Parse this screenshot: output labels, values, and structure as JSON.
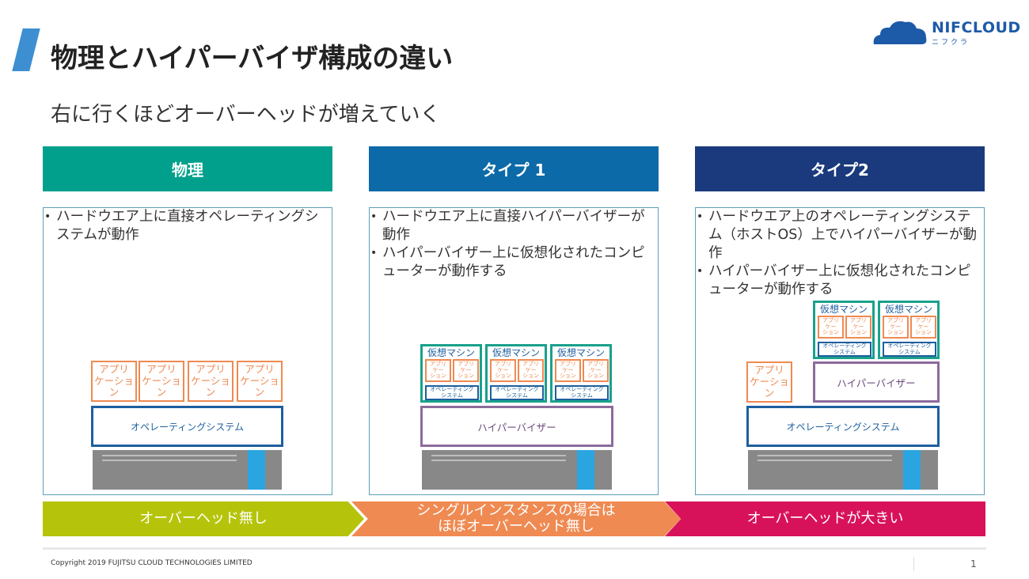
{
  "title": "物理とハイパーバイザ構成の違い",
  "subtitle": "右に行くほどオーバーヘッドが増えていく",
  "logo": {
    "text": "NIFCLOUD",
    "sub": "ニフクラ"
  },
  "colors": {
    "physical": "#00a08c",
    "type1": "#0d6aa8",
    "type2": "#1a3a7d",
    "arrow1": "#b5c40a",
    "arrow2": "#ef8a52",
    "arrow3": "#d8125a"
  },
  "columns": [
    {
      "header": "物理",
      "bullets": [
        "ハードウエア上に直接オペレーティングシステムが動作"
      ]
    },
    {
      "header": "タイプ 1",
      "bullets": [
        "ハードウエア上に直接ハイパーバイザーが動作",
        "ハイパーバイザー上に仮想化されたコンピューターが動作する"
      ]
    },
    {
      "header": "タイプ2",
      "bullets": [
        "ハードウエア上のオペレーティングシステム（ホストOS）上でハイパーバイザーが動作",
        "ハイパーバイザー上に仮想化されたコンピューターが動作する"
      ]
    }
  ],
  "diagram": {
    "app_label": [
      "アプリ",
      "ケーショ",
      "ン"
    ],
    "app_label_small": [
      "アプリ",
      "ケー",
      "ション"
    ],
    "os_label": "オペレーティングシステム",
    "os_label_small": [
      "オペレーティング",
      "システム"
    ],
    "hypervisor_label": "ハイパーバイザー",
    "vm_label": "仮想マシン"
  },
  "arrows": [
    {
      "label": "オーバーヘッド無し"
    },
    {
      "label_line1": "シングルインスタンスの場合は",
      "label_line2": "ほぼオーバーヘッド無し"
    },
    {
      "label": "オーバーヘッドが大きい"
    }
  ],
  "footer": {
    "copyright": "Copyright 2019 FUJITSU CLOUD TECHNOLOGIES LIMITED",
    "page": "1"
  }
}
